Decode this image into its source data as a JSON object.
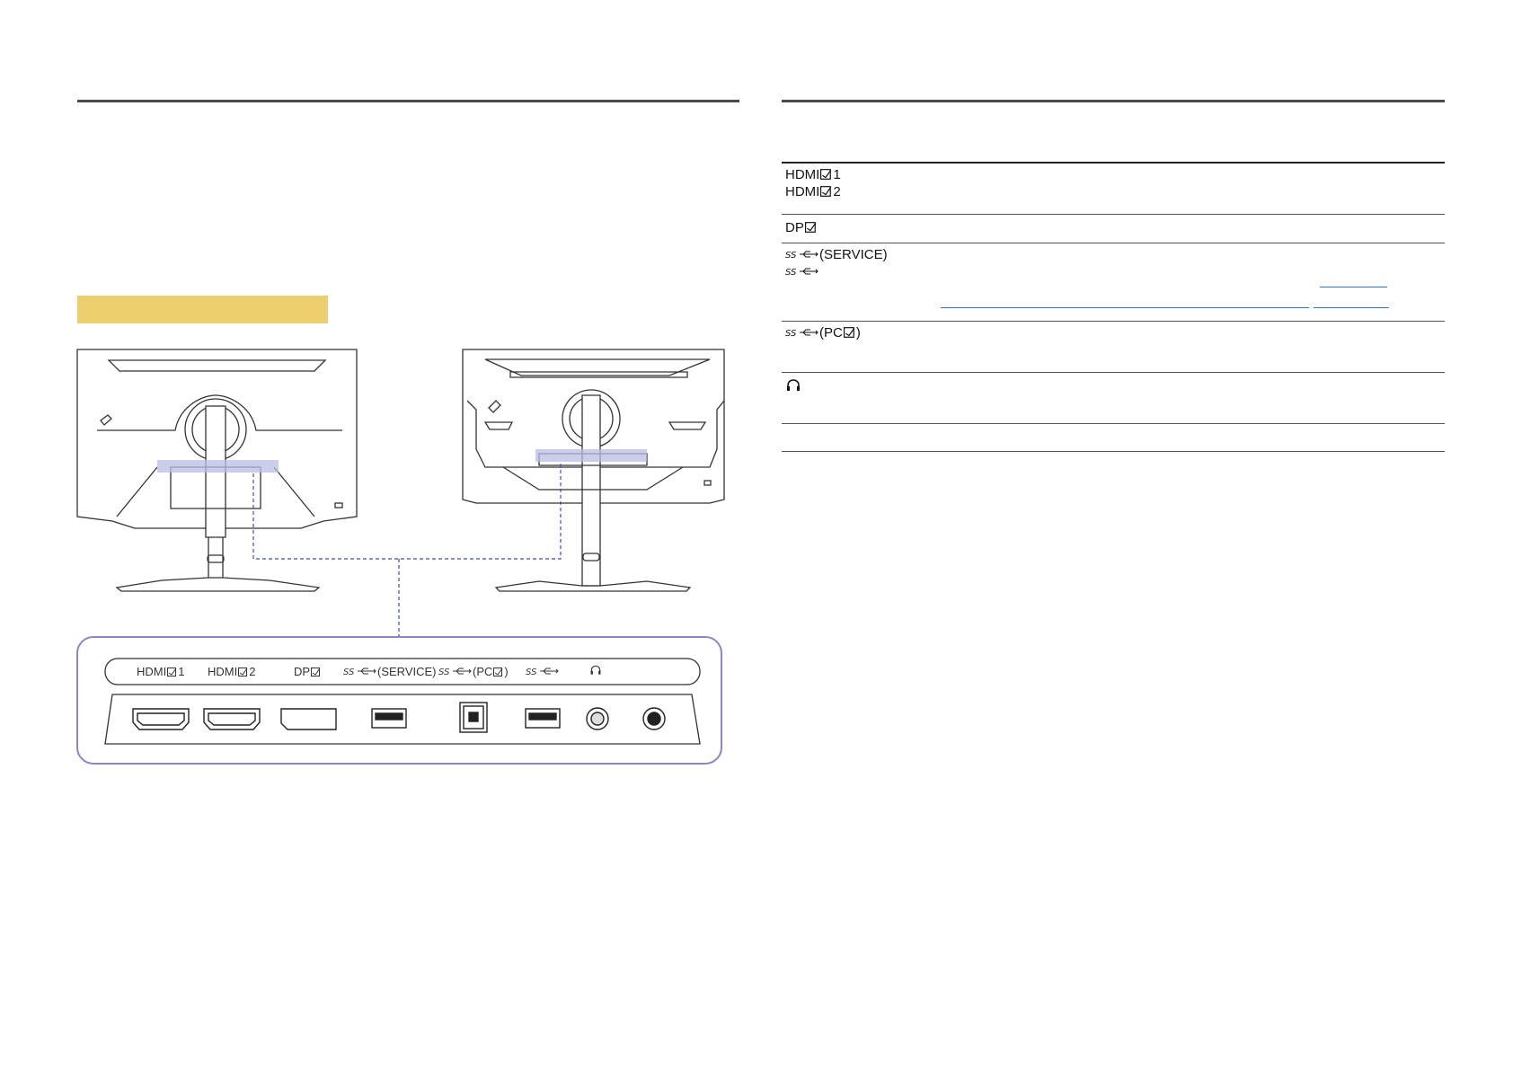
{
  "ports_panel": {
    "labels": [
      {
        "text": "HDMI",
        "suffix": "1"
      },
      {
        "text": "HDMI",
        "suffix": "2"
      },
      {
        "text": "DP",
        "suffix": ""
      },
      {
        "text": "",
        "suffix": "(SERVICE)"
      },
      {
        "text": "",
        "suffix": "(PC"
      },
      {
        "text": "",
        "suffix": ""
      },
      {
        "text": "",
        "suffix": ""
      }
    ],
    "label_texts": {
      "hdmi1": "HDMI",
      "hdmi1_num": "1",
      "hdmi2": "HDMI",
      "hdmi2_num": "2",
      "dp": "DP",
      "usb_service": "(SERVICE)",
      "usb_pc_open": "(PC",
      "usb_pc_close": ")"
    }
  },
  "table": {
    "rows": [
      {
        "lines": [
          {
            "text": "HDMI",
            "num": "1"
          },
          {
            "text": "HDMI",
            "num": "2"
          }
        ]
      },
      {
        "lines": [
          {
            "text": "DP",
            "num": ""
          }
        ]
      },
      {
        "lines": [
          {
            "text": "(SERVICE)"
          },
          {
            "text": ""
          }
        ]
      },
      {
        "lines": [
          {
            "text": "(PC",
            "close": ")"
          }
        ]
      },
      {
        "lines": [
          {
            "text": ""
          }
        ]
      },
      {
        "lines": []
      }
    ],
    "row1_line1": "HDMI",
    "row1_line1_num": "1",
    "row1_line2": "HDMI",
    "row1_line2_num": "2",
    "row2_line1": "DP",
    "row3_line1": "(SERVICE)",
    "row4_line1_open": "(PC",
    "row4_line1_close": ")"
  },
  "colors": {
    "highlight_yellow": "#ecd06e",
    "port_panel_border": "#8a86c8",
    "dashed_connector": "#3b4fb5",
    "highlight_box": "#b8bde3",
    "link_blue": "#2f6fd6"
  }
}
